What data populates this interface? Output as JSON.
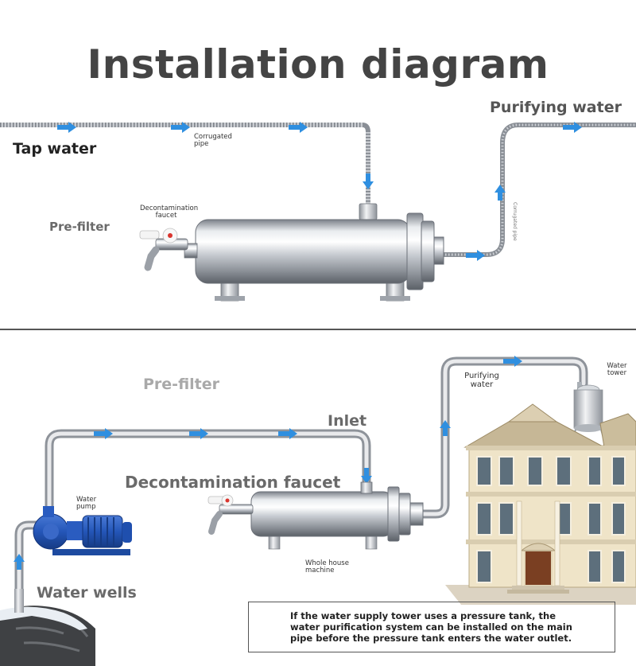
{
  "title": "Installation diagram",
  "top_section": {
    "tap_water": "Tap water",
    "purifying_water": "Purifying water",
    "corrugated_pipe_left": [
      "Corrugated",
      "pipe"
    ],
    "corrugated_pipe_right": "Corrugated pipe",
    "decontamination_faucet": [
      "Decontamination",
      "faucet"
    ],
    "pre_filter": "Pre-filter"
  },
  "bottom_section": {
    "pre_filter": "Pre-filter",
    "inlet": "Inlet",
    "decontamination_faucet": "Decontamination faucet",
    "water_pump": [
      "Water",
      "pump"
    ],
    "water_wells": "Water wells",
    "whole_house_machine": [
      "Whole house",
      "machine"
    ],
    "purifying_water": [
      "Purifying",
      "water"
    ],
    "water_tower": [
      "Water",
      "tower"
    ]
  },
  "note": "If the water supply tower uses a pressure tank, the water purification system can be installed on the main pipe before the pressure tank enters the water outlet.",
  "colors": {
    "arrow": "#2f8fe0",
    "pipe": "#b8bcc2",
    "divider": "#555555",
    "title": "#444444"
  }
}
